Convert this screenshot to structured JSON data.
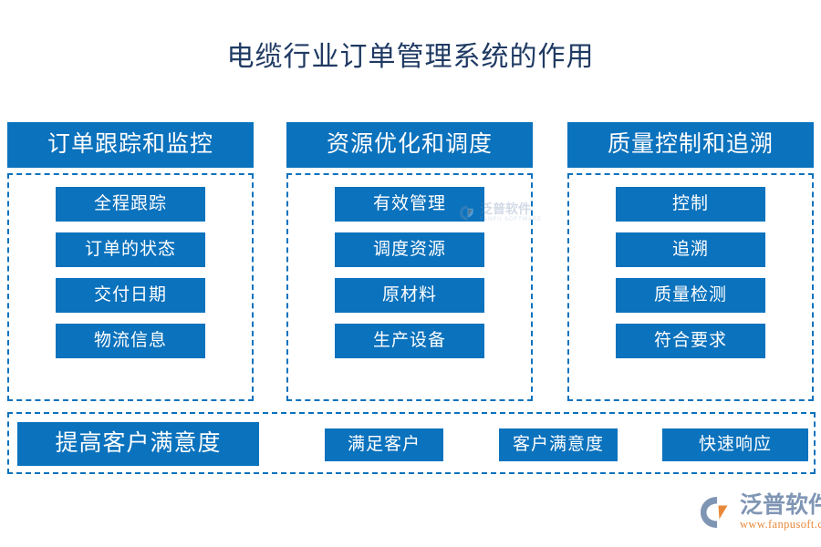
{
  "title": "电缆行业订单管理系统的作用",
  "colors": {
    "primary_blue": "#0b72bd",
    "title_navy": "#1f3a63",
    "logo_blue_gray": "#7f95b4",
    "logo_orange": "#e8893a"
  },
  "columns": [
    {
      "header": "订单跟踪和监控",
      "items": [
        "全程跟踪",
        "订单的状态",
        "交付日期",
        "物流信息"
      ]
    },
    {
      "header": "资源优化和调度",
      "items": [
        "有效管理",
        "调度资源",
        "原材料",
        "生产设备"
      ]
    },
    {
      "header": "质量控制和追溯",
      "items": [
        "控制",
        "追溯",
        "质量检测",
        "符合要求"
      ]
    }
  ],
  "bottom": {
    "main": "提高客户满意度",
    "items": [
      "满足客户",
      "客户满意度",
      "快速响应"
    ]
  },
  "watermark": {
    "name": "泛普软件",
    "sub": "FANPU SOFTWARE"
  },
  "brand": {
    "name": "泛普软件",
    "url": "www.fanpusoft.com"
  }
}
